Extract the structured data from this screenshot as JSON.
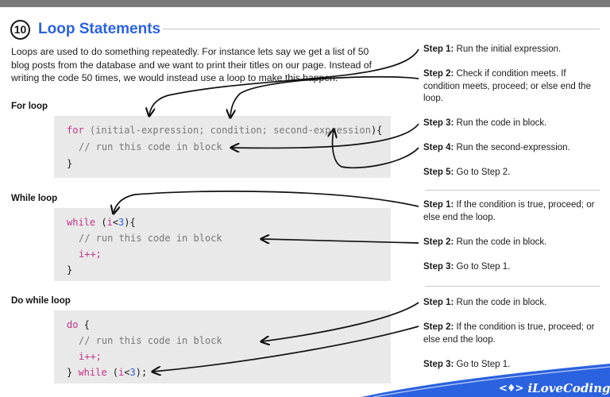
{
  "header": {
    "number": "10",
    "title": "Loop Statements"
  },
  "intro": "Loops are used to do something repeatedly. For instance lets say we get a list of 50 blog posts from the database and we want to print their titles on our page. Instead of writing the code 50 times, we would instead use a loop to make this happen.",
  "for_loop": {
    "label": "For loop",
    "code": {
      "kw": "for",
      "open": " (",
      "init": "initial-expression",
      "sep1": "; ",
      "cond": "condition",
      "sep2": "; ",
      "second": "second-expression",
      "close": "){",
      "comment": "// run this code in block",
      "end": "}"
    },
    "steps": [
      {
        "label": "Step 1:",
        "text": " Run the initial expression."
      },
      {
        "label": "Step 2:",
        "text": " Check if condition meets. If condition meets, proceed; or else end the loop."
      },
      {
        "label": "Step 3:",
        "text": " Run the code in block."
      },
      {
        "label": "Step 4:",
        "text": " Run the second-expression."
      },
      {
        "label": "Step 5:",
        "text": " Go to Step 2."
      }
    ]
  },
  "while_loop": {
    "label": "While loop",
    "code": {
      "kw": "while",
      "open": " (",
      "var": "i",
      "op": "<",
      "num": "3",
      "close": "){",
      "comment": "// run this code in block",
      "incr": "i++;",
      "end": "}"
    },
    "steps": [
      {
        "label": "Step 1:",
        "text": " If the condition is true, proceed; or else end the loop."
      },
      {
        "label": "Step 2:",
        "text": " Run the code in block."
      },
      {
        "label": "Step 3:",
        "text": " Go to Step 1."
      }
    ]
  },
  "do_while_loop": {
    "label": "Do while loop",
    "code": {
      "kw": "do",
      "brace": " {",
      "comment": "// run this code in block",
      "incr": "i++;",
      "end_open": "} ",
      "kw2": "while",
      "open": " (",
      "var": "i",
      "op": "<",
      "num": "3",
      "close": ");"
    },
    "steps": [
      {
        "label": "Step 1:",
        "text": " Run the code in block."
      },
      {
        "label": "Step 2:",
        "text": " If the condition is true, proceed; or else end the loop."
      },
      {
        "label": "Step 3:",
        "text": " Go to Step 1."
      }
    ]
  },
  "footer": {
    "logo_glyph": "<♦>",
    "brand": "iLoveCoding"
  },
  "colors": {
    "accent": "#2a62e0",
    "keyword": "#c2338a",
    "footer_band": "#2a62e0"
  }
}
